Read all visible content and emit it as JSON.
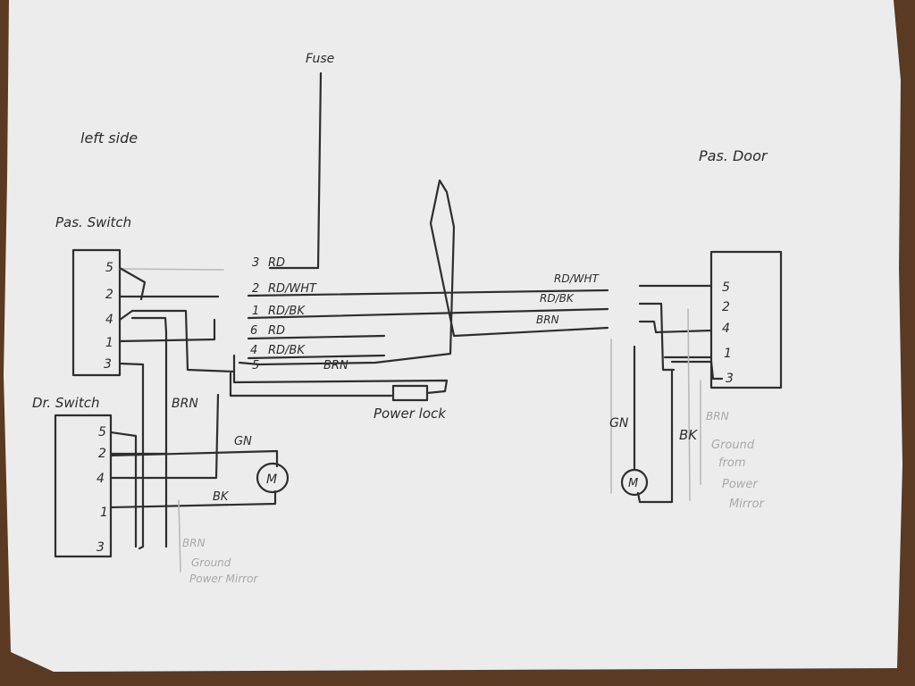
{
  "labels": {
    "fuse": "Fuse",
    "left_side": "left side",
    "pas_switch": "Pas. Switch",
    "dr_switch": "Dr. Switch",
    "pas_door": "Pas. Door",
    "power_lock": "Power lock",
    "brn_vertical": "BRN",
    "gn_left": "GN",
    "bk_left": "BK",
    "gn_right": "GN",
    "bk_right": "BK",
    "motor": "M",
    "brn_bottom": "BRN",
    "ground_bottom": "Ground",
    "power_mirror_bottom": "Power Mirror",
    "brn_right": "BRN",
    "ground_right": "Ground",
    "from_right": "from",
    "power_right": "Power",
    "mirror_right": "Mirror"
  },
  "pas_switch_pins": [
    "5",
    "2",
    "4",
    "1",
    "3"
  ],
  "dr_switch_pins": [
    "5",
    "2",
    "4",
    "1",
    "3"
  ],
  "pas_door_pins": [
    "5",
    "2",
    "4",
    "1",
    "3"
  ],
  "center_wires": [
    {
      "pin": "3",
      "color": "RD"
    },
    {
      "pin": "2",
      "color": "RD/WHT"
    },
    {
      "pin": "1",
      "color": "RD/BK"
    },
    {
      "pin": "6",
      "color": "RD"
    },
    {
      "pin": "4",
      "color": "RD/BK"
    },
    {
      "pin": "5",
      "color": "BRN"
    }
  ],
  "door_wire_labels": [
    "RD/WHT",
    "RD/BK",
    "BRN"
  ]
}
